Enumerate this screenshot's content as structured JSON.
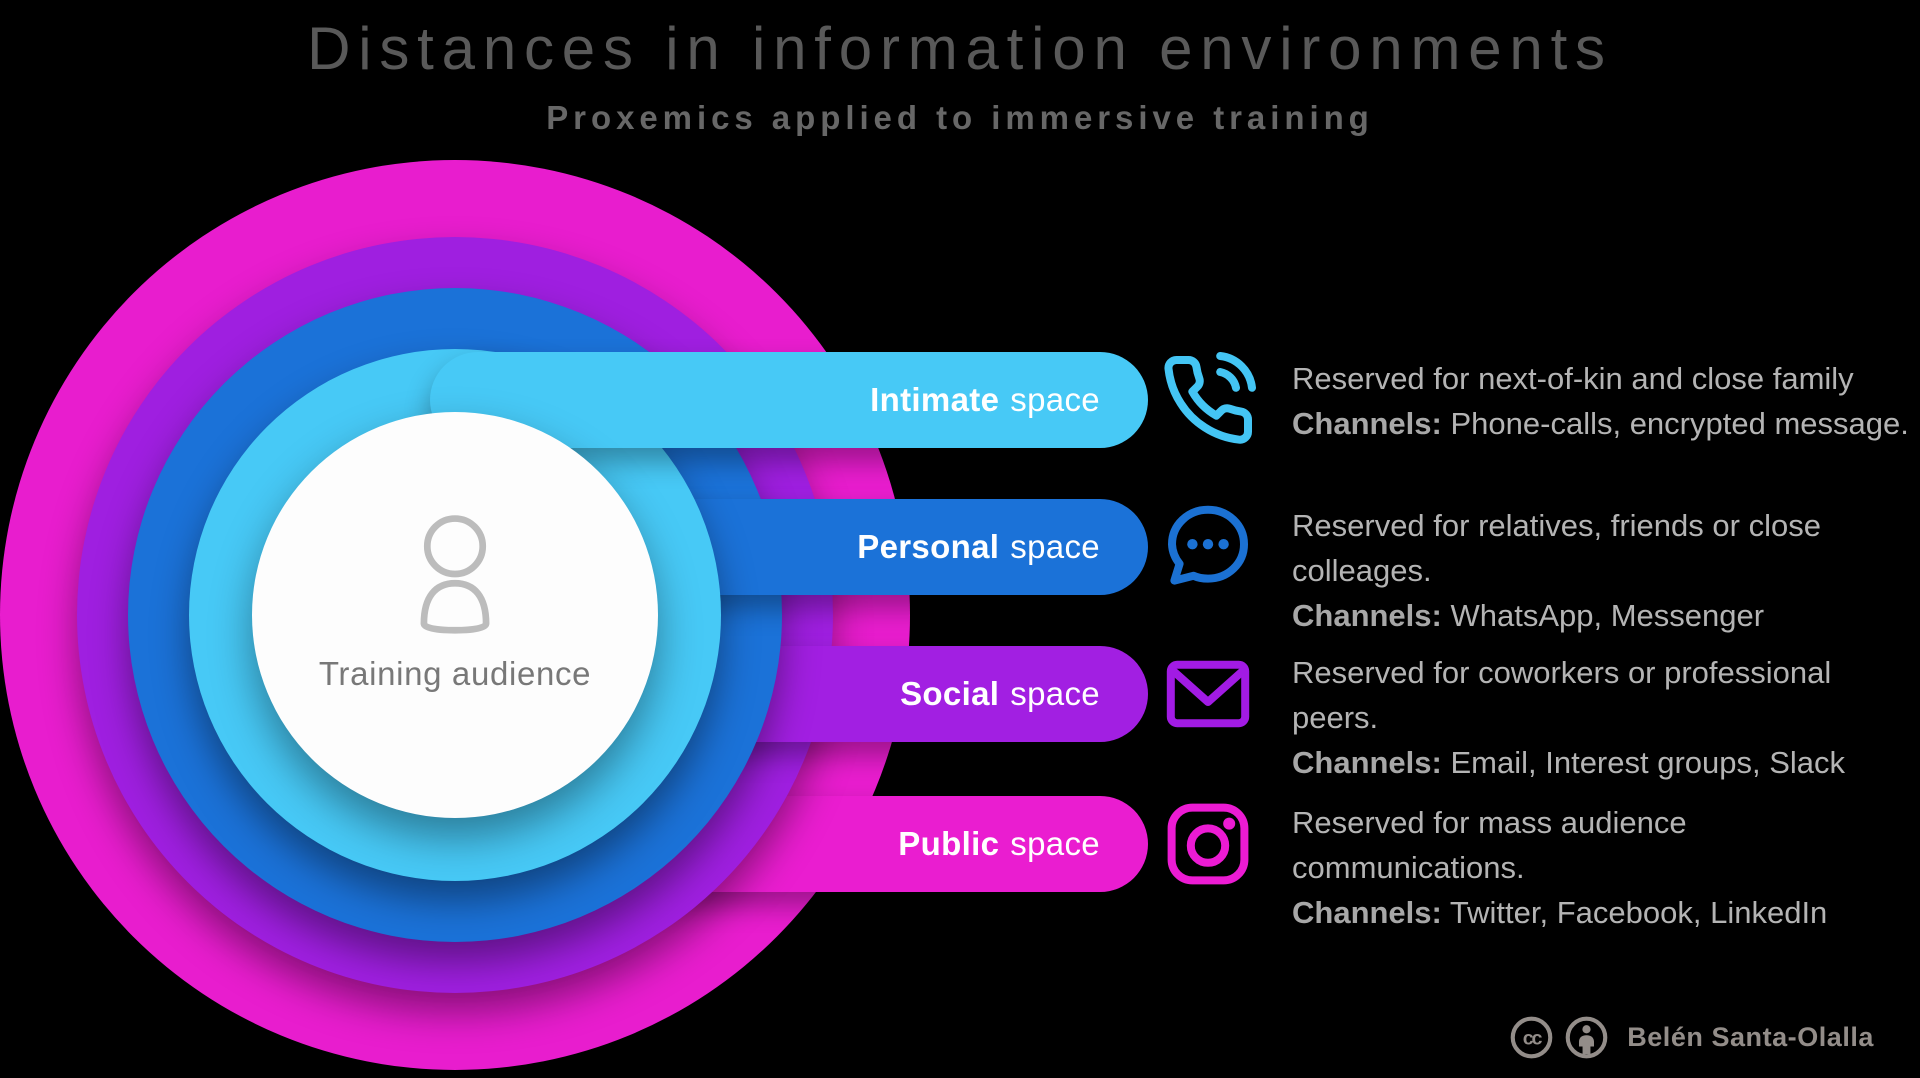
{
  "header": {
    "title": "Distances in information environments",
    "subtitle": "Proxemics applied to immersive training"
  },
  "center": {
    "icon": "person-icon",
    "label": "Training audience"
  },
  "zones": [
    {
      "name": "Intimate",
      "suffix": "space",
      "color": "#47C9F6",
      "icon": "phone-call-icon",
      "description": "Reserved for next-of-kin and close family",
      "channels_label": "Channels:",
      "channels": "Phone-calls, encrypted message."
    },
    {
      "name": "Personal",
      "suffix": "space",
      "color": "#1B72D8",
      "icon": "chat-bubble-icon",
      "description": "Reserved for relatives, friends or close colleages.",
      "channels_label": "Channels:",
      "channels": "WhatsApp, Messenger"
    },
    {
      "name": "Social",
      "suffix": "space",
      "color": "#A21FE2",
      "icon": "envelope-icon",
      "description": "Reserved for coworkers or professional peers.",
      "channels_label": "Channels:",
      "channels": "Email, Interest groups, Slack"
    },
    {
      "name": "Public",
      "suffix": "space",
      "color": "#EA1DD0",
      "icon": "instagram-icon",
      "description": "Reserved for mass audience communications.",
      "channels_label": "Channels:",
      "channels": "Twitter, Facebook, LinkedIn"
    }
  ],
  "colors": {
    "background": "#000000",
    "intimate": "#47C9F6",
    "personal": "#1B72D8",
    "social": "#A21FE2",
    "public": "#EA1DD0",
    "center_circle": "#FDFDFD",
    "title_text": "#595959",
    "body_text": "#B4B4B4",
    "credit_text": "#938D89"
  },
  "credit": {
    "license_icons": [
      "cc-icon",
      "attribution-icon"
    ],
    "name": "Belén Santa-Olalla"
  }
}
